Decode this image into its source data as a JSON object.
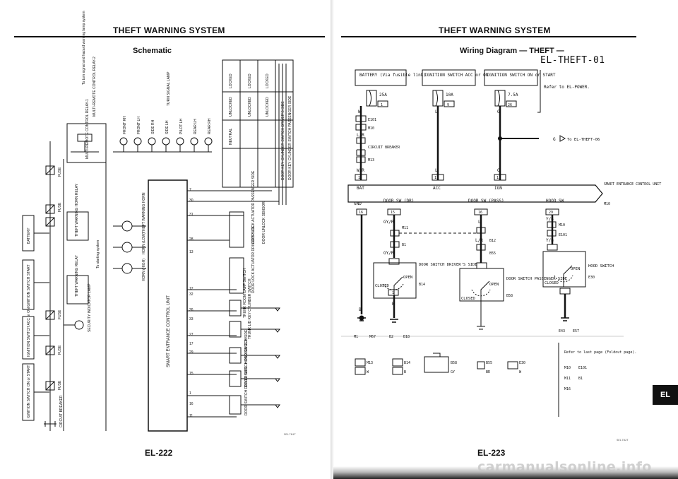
{
  "left_page": {
    "header": "THEFT WARNING SYSTEM",
    "subtitle": "Schematic",
    "page_number": "EL-222",
    "figure_code": "SEL781T",
    "supply_labels": [
      "IGNITION SWITCH ON or START",
      "IGNITION SWITCH ACC or ON",
      "IGNITION SWITCH START",
      "BATTERY"
    ],
    "fuse_label": "FUSE",
    "breaker_label": "CIRCUIT BREAKER",
    "relay_labels": [
      "THEFT WARNING RELAY",
      "THEFT WARNING HORN RELAY",
      "MULTI-REMOTE CONTROL RELAY-1",
      "MULTI-REMOTE CONTROL RELAY-2"
    ],
    "horn_labels": [
      "THEFT WARNING HORN",
      "HORN (LOW)",
      "HORN (HIGH)"
    ],
    "starting_note": "To starting system",
    "turn_note": "To turn signal and hazard warning lamp system",
    "lamp_labels": [
      "FRONT RH",
      "FRONT LH",
      "SIDE RH",
      "SIDE LH",
      "PILOT LH",
      "REAR LH",
      "REAR RH"
    ],
    "turn_signal_label": "TURN SIGNAL LAMP",
    "indicator_label": "SECURITY INDICATOR LAMP",
    "control_unit_label": "SMART ENTRANCE CONTROL UNIT",
    "pin_numbers": [
      "7",
      "30",
      "31",
      "28",
      "13",
      "12",
      "26",
      "27",
      "29",
      "15",
      "1",
      "32",
      "33",
      "17",
      "16",
      "11"
    ],
    "switch_labels": [
      "DOOR LOCK ACTUATOR PASSENGER SIDE",
      "DOOR UNLOCK SENSOR",
      "DOOR LOCK ACTUATOR DRIVER'S SIDE",
      "TRUNK LID KEY CYLINDER SWITCH",
      "TRUNK ROOM LAMP SWITCH",
      "HOOD SWITCH",
      "DOOR SWITCH PASSENGER SIDE",
      "DOOR SWITCH DRIVER SIDE"
    ],
    "key_switch_labels": [
      "DOOR KEY CYLINDER SWITCH DRIVER'S SIDE",
      "DOOR KEY CYLINDER SWITCH PASSENGER SIDE"
    ],
    "key_positions": [
      "LOCKED",
      "UNLOCKED",
      "NEUTRAL"
    ]
  },
  "right_page": {
    "header": "THEFT WARNING SYSTEM",
    "subtitle": "Wiring Diagram — THEFT —",
    "code": "EL-THEFT-01",
    "page_number": "EL-223",
    "figure_code": "SEL782T",
    "section_tab": "EL",
    "supply_boxes": [
      "BATTERY (Via fusible link)",
      "IGNITION SWITCH ACC or ON",
      "IGNITION SWITCH ON or START"
    ],
    "power_note": "Refer to EL-POWER.",
    "fuses": [
      {
        "amp": "25A",
        "number": "1"
      },
      {
        "amp": "10A",
        "number": "9"
      },
      {
        "amp": "7.5A",
        "number": "26"
      }
    ],
    "fuse_wires": [
      "W",
      "L",
      "G"
    ],
    "connectors_top": [
      "E101",
      "M10"
    ],
    "wire_lr": "L/R",
    "breaker_label": "CIRCUIT BREAKER",
    "breaker_conn": "M13",
    "wire_wr": "W/R",
    "branch_g": "G",
    "to_theft06": "To EL-THEFT-06",
    "unit_terminals": [
      {
        "pin": "1",
        "label": "BAT"
      },
      {
        "pin": "17",
        "label": "ACC"
      },
      {
        "pin": "11",
        "label": "IGN"
      }
    ],
    "unit_label": "SMART ENTRANCE CONTROL UNIT",
    "unit_conn": "M10",
    "gnd_label": "GND",
    "gnd_pin": "16",
    "wire_b": "B",
    "door_sw_dr": {
      "label": "DOOR SW (DR)",
      "pin": "15",
      "wire": "GY/R",
      "conns": [
        "M11",
        "B1"
      ],
      "caption": "DOOR SWITCH DRIVER'S SIDE",
      "conn": "B14",
      "pin_bottom": "1",
      "wire_bottom": "B",
      "pin_gnd": "3"
    },
    "door_sw_pass": {
      "label": "DOOR SW (PASS)",
      "pin": "16",
      "wire": "L",
      "conns": [
        "B12",
        "B55"
      ],
      "wire2": "L/R",
      "caption": "DOOR SWITCH PASSENGER SIDE",
      "conn": "B58",
      "pin_bottom": "1"
    },
    "hood_sw": {
      "label": "HOOD SW",
      "pin": "29",
      "wire": "Y/B",
      "conns": [
        "M10",
        "E101"
      ],
      "pin_mid": "2",
      "caption": "HOOD SWITCH",
      "conn": "E30",
      "pin_bottom": "1"
    },
    "switch_states": [
      "OPEN",
      "CLOSED"
    ],
    "ground_labels": [
      "M1",
      "M67",
      "B2",
      "B18",
      "E43",
      "E57"
    ],
    "connector_table": [
      {
        "id": "M13",
        "pins": "1 2",
        "color": "W"
      },
      {
        "id": "B14",
        "pins": "1 3",
        "color": "B"
      },
      {
        "id": "B58",
        "pins": "",
        "color": "GY"
      },
      {
        "id": "B55",
        "pins": "1",
        "color": "BR"
      },
      {
        "id": "E30",
        "pins": "1",
        "color": "W"
      }
    ],
    "foldout_note": "Refer to last page (Foldout page).",
    "foldout_conns": [
      "M10",
      "E101",
      "M11",
      "B1",
      "M16"
    ]
  },
  "watermark": "carmanualsonline.info",
  "colors": {
    "ink": "#111111",
    "paper": "#ffffff",
    "tab": "#111111"
  }
}
